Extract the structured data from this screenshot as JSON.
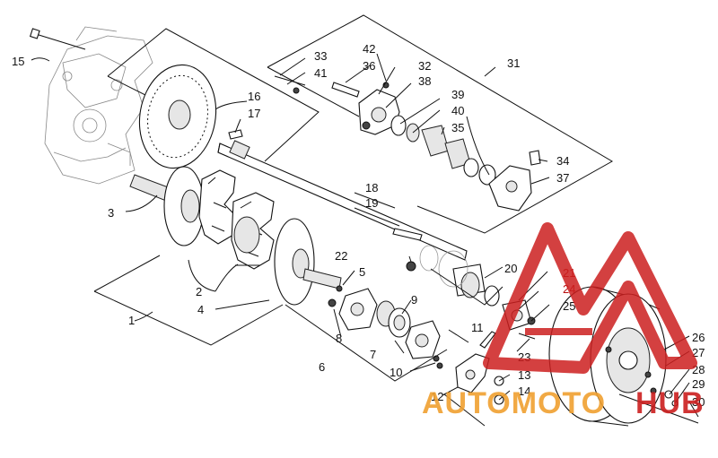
{
  "diagram": {
    "callouts": [
      "1",
      "2",
      "3",
      "4",
      "5",
      "6",
      "7",
      "8",
      "9",
      "10",
      "11",
      "12",
      "13",
      "14",
      "15",
      "16",
      "17",
      "18",
      "19",
      "20",
      "21",
      "22",
      "23",
      "24",
      "25",
      "26",
      "27",
      "28",
      "29",
      "30",
      "31",
      "32",
      "33",
      "34",
      "35",
      "36",
      "37",
      "38",
      "39",
      "40",
      "41",
      "42"
    ]
  },
  "watermark": {
    "text_a": "AUTOMOTO",
    "text_b": "HUB",
    "color_red": "#cc1f1f",
    "color_orange": "#f0a030"
  }
}
